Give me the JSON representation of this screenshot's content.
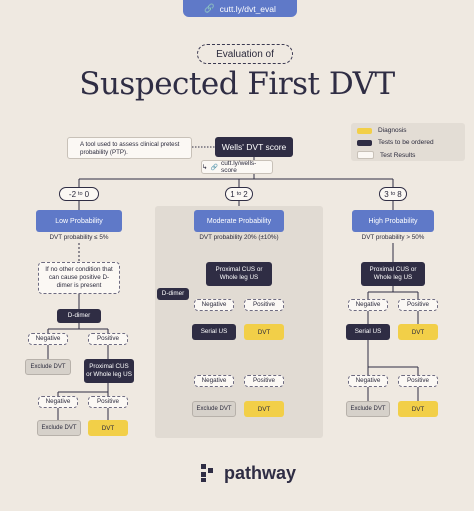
{
  "header": {
    "link": "cutt.ly/dvt_eval",
    "eval_label": "Evaluation of",
    "title": "Suspected First DVT"
  },
  "tool_note": "A tool used to assess clinical pretest probability (PTP).",
  "wells": {
    "label": "Wells' DVT score",
    "link": "cutt.ly/wells-score"
  },
  "legend": {
    "items": [
      {
        "label": "Diagnosis",
        "color": "#f2cf48"
      },
      {
        "label": "Tests to be ordered",
        "color": "#2f2d44"
      },
      {
        "label": "Test Results",
        "color": "#fbf8f4"
      }
    ]
  },
  "colors": {
    "accent": "#5f79c8",
    "dark": "#2f2d44",
    "diagnosis": "#f2cf48",
    "background": "#efe9e1"
  },
  "low": {
    "score_from": "-2",
    "score_to": "0",
    "to_word": "to",
    "title": "Low Probability",
    "ptp": "DVT probability ≤ 5%",
    "condition": "If no other condition that can cause positive D-dimer is present",
    "ddimer": "D-dimer",
    "negative": "Negative",
    "positive": "Positive",
    "exclude": "Exclude DVT",
    "cus": "Proximal CUS or Whole leg US",
    "negative2": "Negative",
    "positive2": "Positive",
    "exclude2": "Exclude DVT",
    "dvt": "DVT"
  },
  "moderate": {
    "score_from": "1",
    "score_to": "2",
    "to_word": "to",
    "title": "Moderate Probability",
    "ptp": "DVT probability 20% (±10%)",
    "ddimer": "D-dimer",
    "cus": "Proximal CUS or Whole leg US",
    "negative": "Negative",
    "positive": "Positive",
    "serial": "Serial US",
    "dvt": "DVT",
    "negative2": "Negative",
    "positive2": "Positive",
    "exclude": "Exclude DVT",
    "dvt2": "DVT"
  },
  "high": {
    "score_from": "3",
    "score_to": "8",
    "to_word": "to",
    "title": "High Probability",
    "ptp": "DVT probability > 50%",
    "cus": "Proximal CUS or Whole leg US",
    "negative": "Negative",
    "positive": "Positive",
    "serial": "Serial US",
    "dvt": "DVT",
    "negative2": "Negative",
    "positive2": "Positive",
    "exclude": "Exclude DVT",
    "dvt2": "DVT"
  },
  "brand": "pathway"
}
